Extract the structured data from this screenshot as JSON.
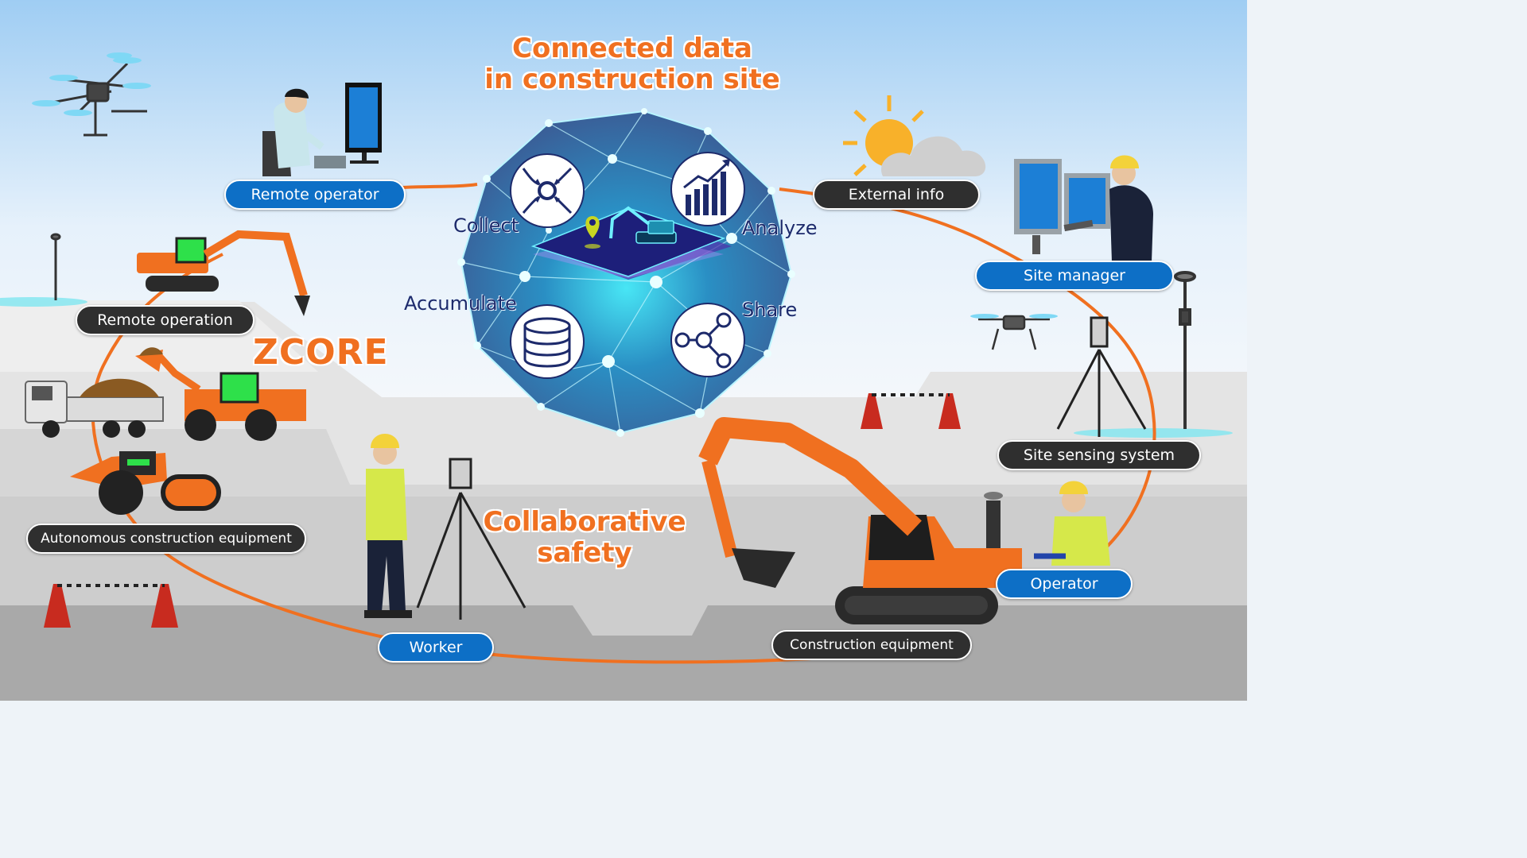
{
  "headline": {
    "line1": "Connected data",
    "line2": "in construction site"
  },
  "safety_heading": {
    "line1": "Collaborative",
    "line2": "safety"
  },
  "logo_text": "ZCORE",
  "cycle": {
    "collect": "Collect",
    "analyze": "Analyze",
    "accumulate": "Accumulate",
    "share": "Share"
  },
  "labels": {
    "remote_operator": "Remote operator",
    "external_info": "External info",
    "site_manager": "Site manager",
    "remote_operation": "Remote operation",
    "site_sensing_system": "Site sensing system",
    "autonomous_equipment": "Autonomous construction equipment",
    "operator": "Operator",
    "worker": "Worker",
    "construction_equipment": "Construction equipment"
  },
  "colors": {
    "accent_orange": "#f07020",
    "label_blue": "#0d6fc6",
    "label_dark": "#2f2f2f",
    "sphere_blue": "#3a6fa8",
    "cycle_text_navy": "#1d2a6b",
    "sky_top": "#9fcdf3",
    "ground_gray": "#c8c8c8"
  },
  "icons": [
    "drone-icon",
    "monitor-icon",
    "sun-cloud-icon",
    "collect-icon",
    "analyze-chart-icon",
    "database-icon",
    "share-icon",
    "excavator-icon",
    "dump-truck-icon",
    "wheel-loader-icon",
    "roller-icon",
    "traffic-cone-icon",
    "tripod-sensor-icon",
    "gnss-pole-icon"
  ]
}
